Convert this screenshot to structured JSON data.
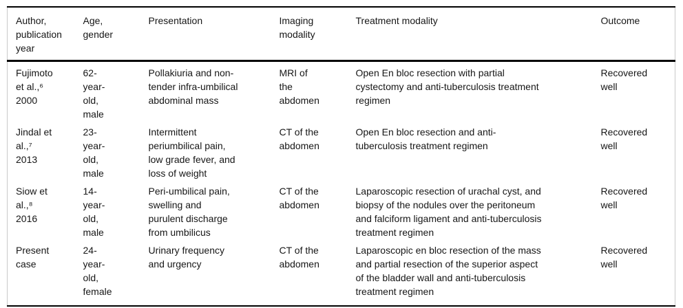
{
  "table": {
    "headers": {
      "author": "Author,\npublication\nyear",
      "age_gender": "Age,\ngender",
      "presentation": "Presentation",
      "imaging_modality": "Imaging\nmodality",
      "treatment_modality": "Treatment modality",
      "outcome": "Outcome"
    },
    "rows": [
      {
        "author": "Fujimoto\net al.,⁶\n2000",
        "age_gender": "62-\nyear-\nold,\nmale",
        "presentation": "Pollakiuria and non-\ntender infra-umbilical\nabdominal mass",
        "imaging_modality": "MRI of\nthe\nabdomen",
        "treatment_modality": "Open En bloc resection with partial\ncystectomy and anti-tuberculosis treatment\nregimen",
        "outcome": "Recovered\nwell"
      },
      {
        "author": "Jindal et\nal.,⁷\n2013",
        "age_gender": "23-\nyear-\nold,\nmale",
        "presentation": "Intermittent\nperiumbilical pain,\nlow grade fever, and\nloss of weight",
        "imaging_modality": "CT of the\nabdomen",
        "treatment_modality": "Open En bloc resection and anti-\ntuberculosis treatment regimen",
        "outcome": "Recovered\nwell"
      },
      {
        "author": "Siow et\nal.,⁸\n2016",
        "age_gender": "14-\nyear-\nold,\nmale",
        "presentation": "Peri-umbilical pain,\nswelling and\npurulent discharge\nfrom umbilicus",
        "imaging_modality": "CT of the\nabdomen",
        "treatment_modality": "Laparoscopic resection of urachal cyst, and\nbiopsy of the nodules over the peritoneum\nand falciform ligament and anti-tuberculosis\ntreatment regimen",
        "outcome": "Recovered\nwell"
      },
      {
        "author": "Present\ncase",
        "age_gender": "24-\nyear-\nold,\nfemale",
        "presentation": "Urinary frequency\nand urgency",
        "imaging_modality": "CT of the\nabdomen",
        "treatment_modality": "Laparoscopic en bloc resection of the mass\nand partial resection of the superior aspect\nof the bladder wall and anti-tuberculosis\ntreatment regimen",
        "outcome": "Recovered\nwell"
      }
    ],
    "colors": {
      "rule_black": "#000000",
      "edge_gray": "#c9c9c9",
      "text": "#161616",
      "background": "#ffffff"
    }
  }
}
